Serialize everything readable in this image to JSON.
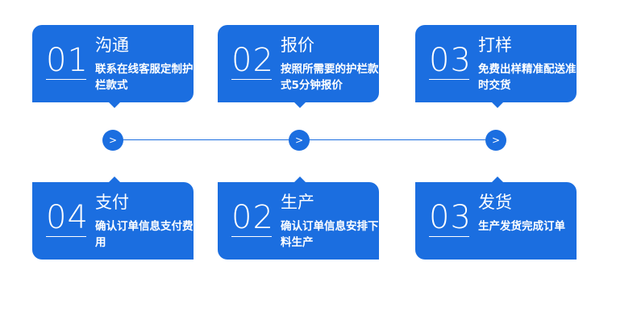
{
  "steps_top": [
    {
      "num": "01",
      "title": "沟通",
      "desc": "联系在线客服定制护栏款式"
    },
    {
      "num": "02",
      "title": "报价",
      "desc": "按照所需要的护栏款式5分钟报价"
    },
    {
      "num": "03",
      "title": "打样",
      "desc": "免费出样精准配送准时交货"
    }
  ],
  "steps_bottom": [
    {
      "num": "04",
      "title": "支付",
      "desc": "确认订单信息支付费用"
    },
    {
      "num": "02",
      "title": "生产",
      "desc": "确认订单信息安排下料生产"
    },
    {
      "num": "03",
      "title": "发货",
      "desc": "生产发货完成订单"
    }
  ],
  "timeline": {
    "node_glyph": ">",
    "icon": "chevron-right-icon"
  },
  "colors": {
    "accent": "#1b6ee0",
    "text_on_accent": "#ffffff",
    "background": "#ffffff"
  }
}
